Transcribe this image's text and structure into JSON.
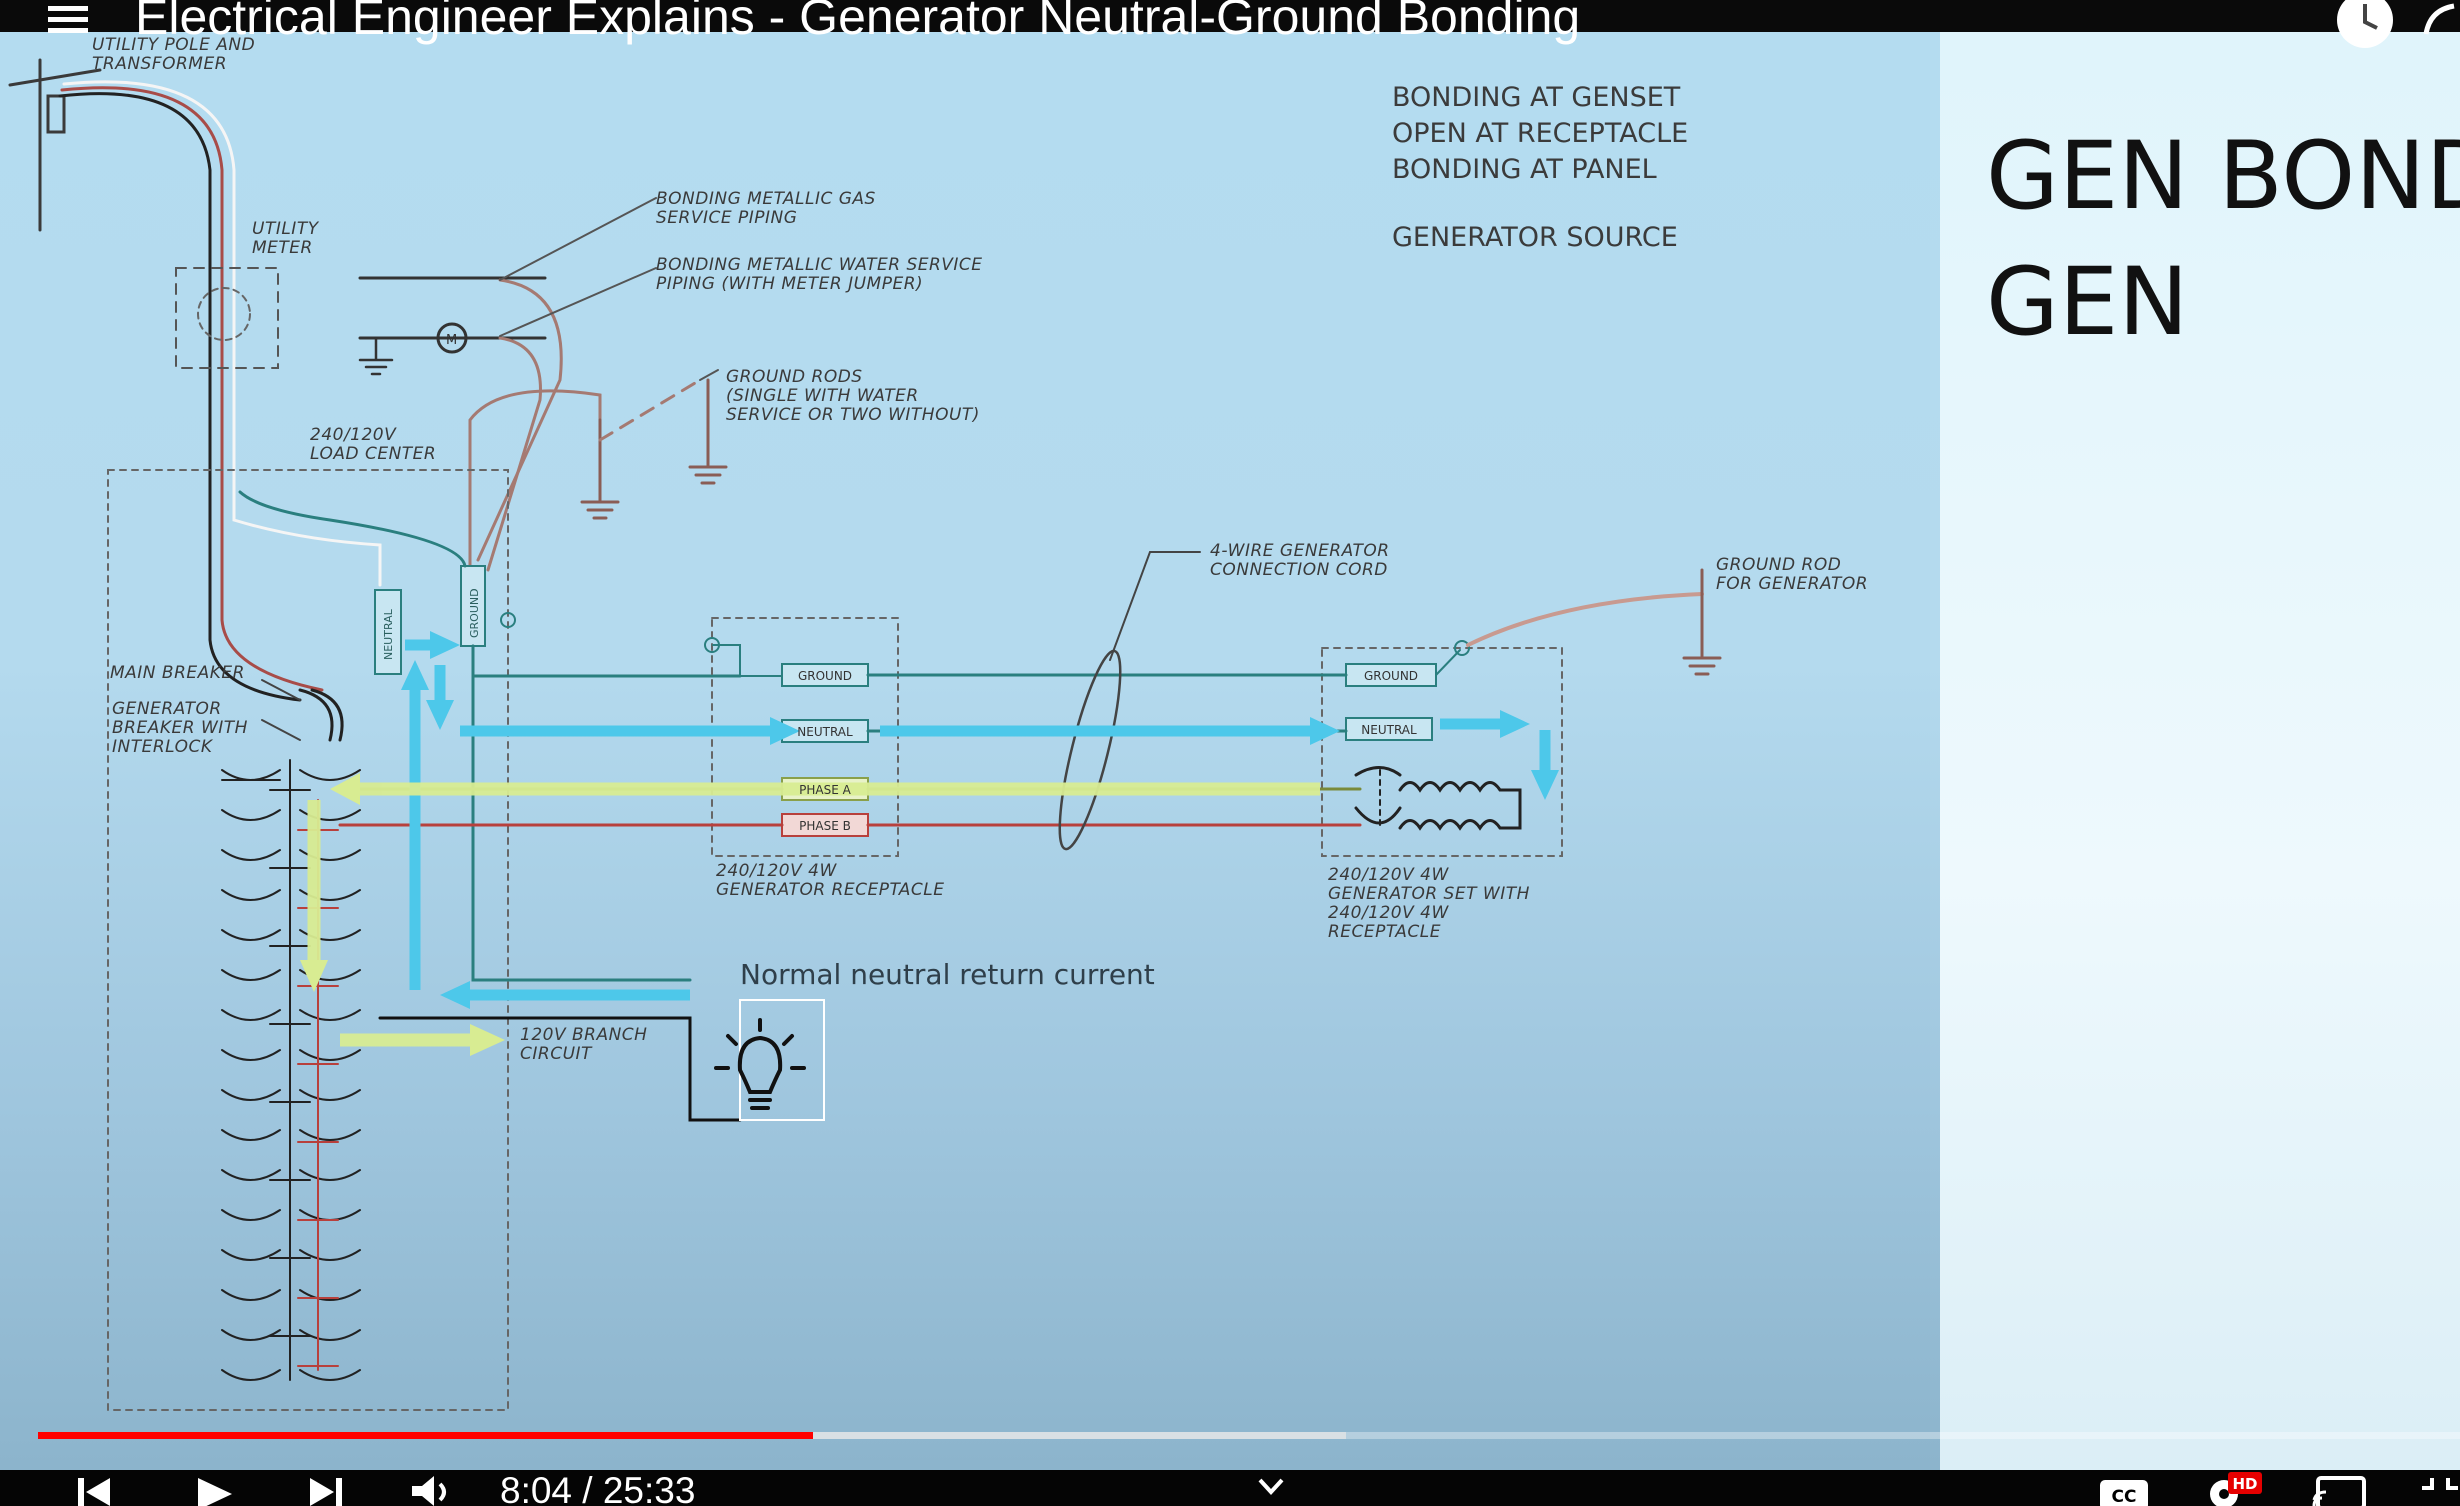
{
  "video": {
    "title": "Electrical Engineer Explains - Generator Neutral-Ground Bonding"
  },
  "slide": {
    "title_line1": "GEN BOND",
    "title_line2": "GEN",
    "notes": [
      "BONDING AT GENSET",
      "OPEN AT RECEPTACLE",
      "BONDING AT PANEL",
      "GENERATOR SOURCE"
    ]
  },
  "diagram": {
    "labels": {
      "utility_pole": "UTILITY POLE AND\nTRANSFORMER",
      "utility_meter": "UTILITY\nMETER",
      "gas_piping": "BONDING METALLIC GAS\nSERVICE PIPING",
      "water_piping": "BONDING METALLIC WATER SERVICE\nPIPING (WITH METER JUMPER)",
      "ground_rods": "GROUND RODS\n(SINGLE WITH WATER\nSERVICE OR TWO WITHOUT)",
      "load_center": "240/120V\nLOAD CENTER",
      "cord": "4-WIRE GENERATOR\nCONNECTION CORD",
      "ground_rod_gen": "GROUND ROD\nFOR GENERATOR",
      "main_breaker": "MAIN BREAKER",
      "gen_breaker": "GENERATOR\nBREAKER WITH\nINTERLOCK",
      "receptacle": "240/120V 4W\nGENERATOR RECEPTACLE",
      "genset": "240/120V 4W\nGENERATOR SET WITH\n240/120V 4W\nRECEPTACLE",
      "branch": "120V BRANCH\nCIRCUIT",
      "neutral_bar": "NEUTRAL",
      "ground_bar": "GROUND",
      "meter_m": "M"
    },
    "receptacle_terminals": [
      "GROUND",
      "NEUTRAL",
      "PHASE A",
      "PHASE B"
    ],
    "genset_terminals": [
      "GROUND",
      "NEUTRAL"
    ],
    "caption": "Normal neutral return current"
  },
  "player": {
    "current_time": "8:04",
    "duration": "25:33",
    "time_display": "8:04 / 25:33",
    "progress_played": 0.32,
    "progress_buffered": 0.54,
    "hd_badge": "HD",
    "cc_label": "CC"
  },
  "colors": {
    "progress": "#ff0000",
    "cyan_flow": "#4dc8ea",
    "yellow_flow": "#d8ec92",
    "hd_badge": "#e60000"
  }
}
